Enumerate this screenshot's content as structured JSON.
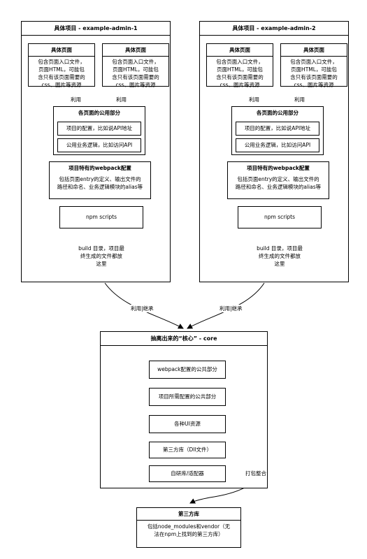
{
  "projects": [
    {
      "title": "具体项目 - example-admin-1",
      "pages": [
        {
          "title": "具体页面",
          "body": "包含页面入口文件，\n页面HTML，可能包\n含只有该页面需要的\ncss、图片等资源"
        },
        {
          "title": "具体页面",
          "body": "包含页面入口文件，\n页面HTML，可能包\n含只有该页面需要的\ncss、图片等资源"
        }
      ],
      "use_labels": [
        "利用",
        "利用"
      ],
      "common": {
        "title": "各页面的公用部分",
        "items": [
          "项目的配置，比如说API地址",
          "公用业务逻辑，比如访问API"
        ]
      },
      "webpack": {
        "title": "项目特有的webpack配置",
        "body": "包括页面entry的定义、输出文件的\n路径和命名、业务逻辑模块的alias等"
      },
      "npm": "npm scripts",
      "build": "build 目录，项目最\n终生成的文件都放\n这里"
    },
    {
      "title": "具体项目 - example-admin-2",
      "pages": [
        {
          "title": "具体页面",
          "body": "包含页面入口文件，\n页面HTML，可能包\n含只有该页面需要的\ncss、图片等资源"
        },
        {
          "title": "具体页面",
          "body": "包含页面入口文件，\n页面HTML，可能包\n含只有该页面需要的\ncss、图片等资源"
        }
      ],
      "use_labels": [
        "利用",
        "利用"
      ],
      "common": {
        "title": "各页面的公用部分",
        "items": [
          "项目的配置，比如说API地址",
          "公用业务逻辑，比如访问API"
        ]
      },
      "webpack": {
        "title": "项目特有的webpack配置",
        "body": "包括页面entry的定义、输出文件的\n路径和命名、业务逻辑模块的alias等"
      },
      "npm": "npm scripts",
      "build": "build 目录，项目最\n终生成的文件都放\n这里"
    }
  ],
  "inherit_labels": [
    "利用|继承",
    "利用|继承"
  ],
  "core": {
    "title": "抽离出来的“核心” - core",
    "items": [
      "webpack配置的公共部分",
      "项目所需配置的公共部分",
      "各种UI资源",
      "第三方库（Dll文件）",
      "自研库/适配器"
    ]
  },
  "pack_label": "打包整合",
  "third_party": {
    "title": "第三方库",
    "body": "包括node_modules和vendor（无\n法在npm上找到的第三方库）"
  }
}
